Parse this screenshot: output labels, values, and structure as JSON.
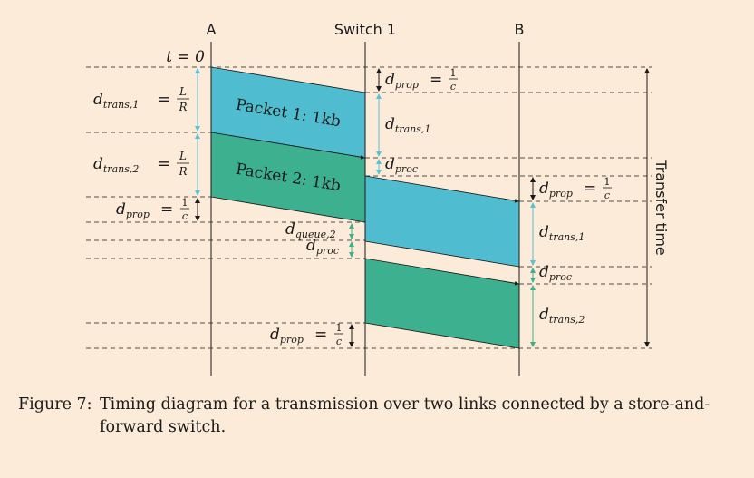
{
  "columns": {
    "a": "A",
    "switch": "Switch 1",
    "b": "B"
  },
  "t0": "t = 0",
  "packets": {
    "p1": "Packet 1: 1kb",
    "p2": "Packet 2: 1kb"
  },
  "labels": {
    "dtrans1_base": "d",
    "dtrans1_sub": "trans,1",
    "dtrans2_base": "d",
    "dtrans2_sub": "trans,2",
    "dprop_base": "d",
    "dprop_sub": "prop",
    "dproc_base": "d",
    "dproc_sub": "proc",
    "dqueue_base": "d",
    "dqueue_sub": "queue,2",
    "eq": "=",
    "frac_L": "L",
    "frac_R": "R",
    "frac_1": "1",
    "frac_c": "c"
  },
  "transfer_time": "Transfer time",
  "caption": {
    "label": "Figure 7:",
    "text": "Timing diagram for a transmission over two links connected by a store-and-forward switch."
  },
  "colors": {
    "background": "#fdebd9",
    "packet1": "#4fbdcf",
    "packet2": "#3db08f",
    "arrow_cyan": "#56c2d3",
    "arrow_green": "#3fae8c",
    "ink": "#1a1a1a"
  }
}
